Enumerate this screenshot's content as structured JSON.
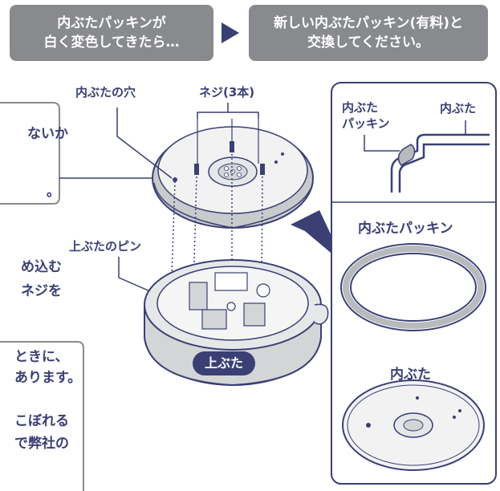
{
  "banners": {
    "left": {
      "line1": "内ぶたパッキンが",
      "line2": "白く変色してきたら…"
    },
    "right": {
      "line1": "新しい内ぶたパッキン(有料)と",
      "line2": "交換してください。"
    }
  },
  "labels": {
    "inner_lid_hole": "内ぶたの穴",
    "screws": "ネジ(3本)",
    "upper_lid_pin": "上ぶたのピン",
    "upper_lid_badge": "上ぶた"
  },
  "panel": {
    "inner_lid": "内ぶた",
    "inner_lid_gasket_line1": "内ぶた",
    "inner_lid_gasket_line2": "パッキン",
    "gasket_title": "内ぶたパッキン",
    "lid_title": "内ぶた"
  },
  "cropped_text": {
    "t1": "ないか",
    "t2": "。",
    "t3": "め込む",
    "t4": "ネジを",
    "t5": "ときに、",
    "t6": "あります。",
    "t7": "こぼれる",
    "t8": "で弊社の"
  },
  "colors": {
    "navy": "#3a3f74",
    "banner_gray": "#888a8d",
    "lid_gray": "#b9babd",
    "light_gray": "#e6e7e8"
  }
}
